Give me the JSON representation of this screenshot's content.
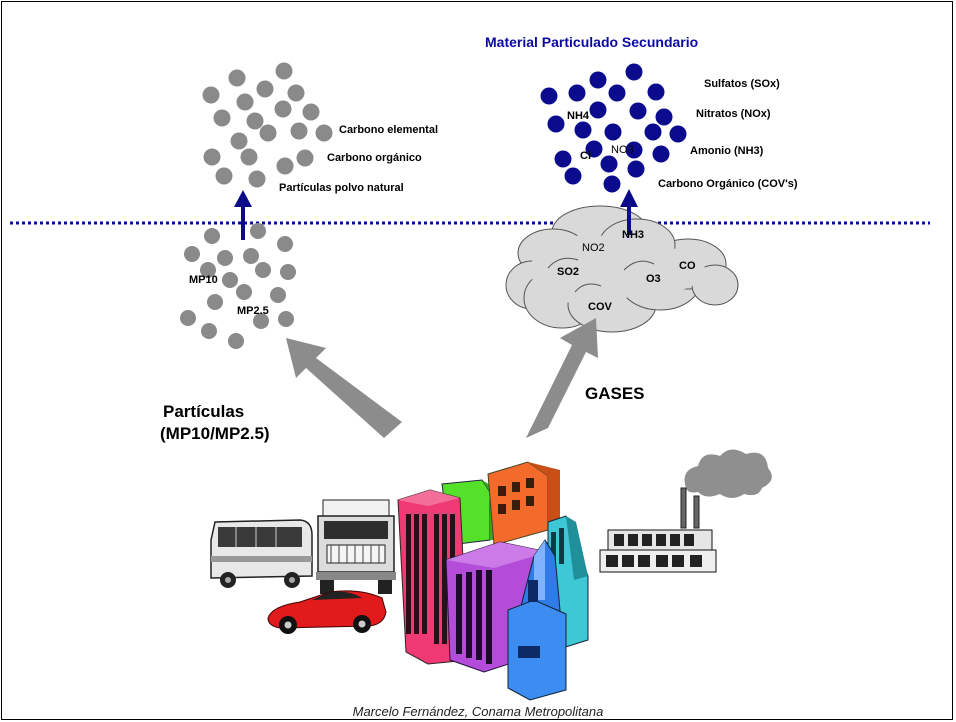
{
  "secondary": {
    "title": "Material Particulado Secundario",
    "labels": [
      "Sulfatos (SOx)",
      "Nitratos (NOx)",
      "Amonio (NH3)",
      "Carbono Orgánico (COV's)"
    ],
    "in_cluster": [
      "NH4",
      "Cl",
      "NO3"
    ]
  },
  "primary": {
    "labels": [
      "Carbono elemental",
      "Carbono orgánico",
      "Partículas polvo natural"
    ],
    "in_cluster": [
      "MP10",
      "MP2.5"
    ]
  },
  "gases": {
    "cloud_labels": [
      "NO2",
      "NH3",
      "SO2",
      "O3",
      "CO",
      "COV"
    ],
    "arrow_label": "GASES"
  },
  "particles": {
    "arrow_label_line1": "Partículas",
    "arrow_label_line2": "(MP10/MP2.5)"
  },
  "footer": "Marcelo Fernández, Conama Metropolitana",
  "colors": {
    "title_blue": "#0a0aa0",
    "blue_particle": "#0b0b8e",
    "gray_particle": "#8a8a8a",
    "arrow_gray": "#8c8c8c",
    "cloud_fill": "#d9d9d9"
  },
  "icons": [
    "bus-icon",
    "truck-icon",
    "car-icon",
    "buildings-icon",
    "factory-icon"
  ]
}
